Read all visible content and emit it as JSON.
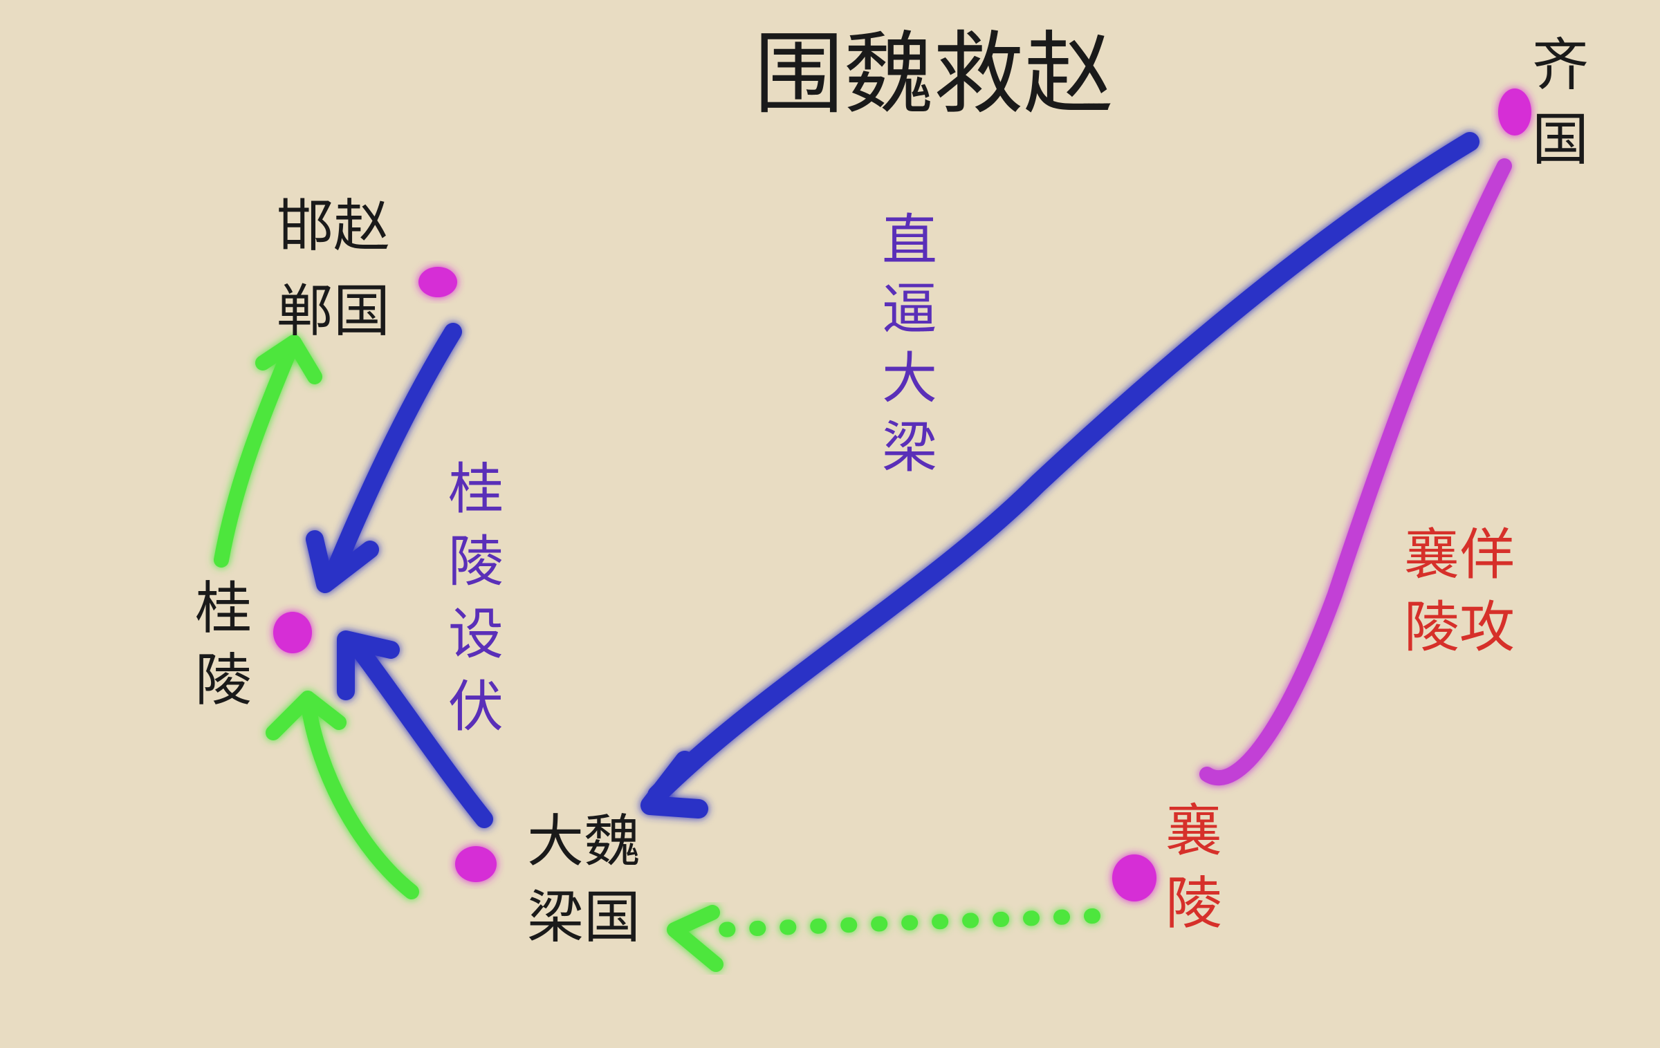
{
  "title": "围魏救赵",
  "colors": {
    "background": "#e8dcc2",
    "ink": "#1a1a1a",
    "qi_march": "#2b32c6",
    "feint_attack": "#c23fd6",
    "ambush_route": "#4ee63c",
    "city_dot": "#d62dd6",
    "purple_text": "#5a2fb8",
    "red_text": "#d6302a"
  },
  "places": {
    "handan": {
      "line1": "邯赵",
      "line2": "郸国"
    },
    "guiling": {
      "line1": "桂",
      "line2": "陵"
    },
    "daliang": {
      "line1": "大魏",
      "line2": "梁国"
    },
    "qi": {
      "line1": "齐",
      "line2": "国"
    },
    "xiangling": {
      "line1": "襄",
      "line2": "陵"
    }
  },
  "notes": {
    "zhibi_daliang": [
      "直",
      "逼",
      "大",
      "梁"
    ],
    "guiling_shefu": [
      "桂",
      "陵",
      "设",
      "伏"
    ],
    "xiangling_yanggong": {
      "line1": "襄佯",
      "line2": "陵攻"
    }
  }
}
